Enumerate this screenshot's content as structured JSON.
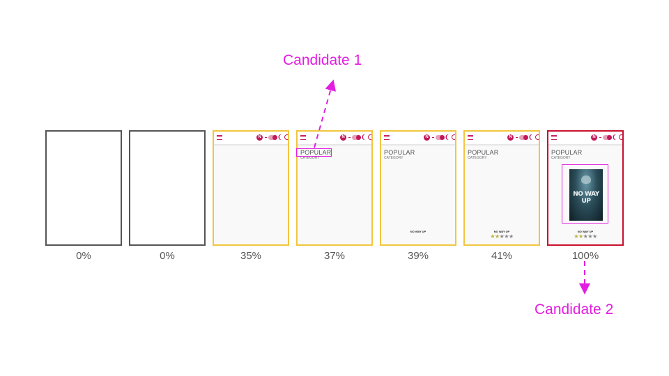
{
  "candidates": {
    "candidate_1": "Candidate 1",
    "candidate_2": "Candidate 2"
  },
  "colors": {
    "highlight": "#e21ee0",
    "empty_frame": "#555555",
    "partial_frame": "#f2c53d",
    "complete_frame": "#c8102e",
    "brand": "#c2185b"
  },
  "app": {
    "header_badge": "N",
    "page_title": "POPULAR",
    "page_subtitle": "CATEGORY",
    "movie_title": "NO WAY UP",
    "poster_text": "NO WAY UP",
    "rating": {
      "filled": 2,
      "total": 5
    }
  },
  "frames": [
    {
      "percent": "0%",
      "state": "empty"
    },
    {
      "percent": "0%",
      "state": "empty"
    },
    {
      "percent": "35%",
      "state": "header"
    },
    {
      "percent": "37%",
      "state": "title"
    },
    {
      "percent": "39%",
      "state": "movie-title"
    },
    {
      "percent": "41%",
      "state": "rating"
    },
    {
      "percent": "100%",
      "state": "complete"
    }
  ]
}
